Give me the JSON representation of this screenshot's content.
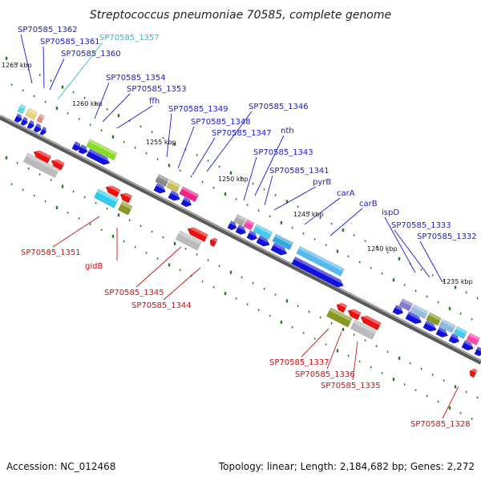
{
  "title": "Streptococcus pneumoniae 70585, complete genome",
  "footer": {
    "accession": "Accession: NC_012468",
    "summary": "Topology: linear; Length: 2,184,682 bp; Genes: 2,272"
  },
  "colors": {
    "forward_label": "#1a1acc",
    "reverse_label": "#cc1111",
    "highlight_label": "#33bbcc",
    "backbone": "#777777",
    "tick": "#2a7a2a"
  },
  "kbp_ticks": [
    "1265 kbp",
    "1260 kbp",
    "1255 kbp",
    "1250 kbp",
    "1245 kbp",
    "1240 kbp",
    "1235 kbp"
  ],
  "forward_labels": [
    {
      "text": "SP70585_1362"
    },
    {
      "text": "SP70585_1361"
    },
    {
      "text": "SP70585_1357"
    },
    {
      "text": "SP70585_1360"
    },
    {
      "text": "SP70585_1354"
    },
    {
      "text": "SP70585_1353"
    },
    {
      "text": "ffh"
    },
    {
      "text": "SP70585_1349"
    },
    {
      "text": "SP70585_1346"
    },
    {
      "text": "SP70585_1348"
    },
    {
      "text": "SP70585_1347"
    },
    {
      "text": "nth"
    },
    {
      "text": "SP70585_1343"
    },
    {
      "text": "SP70585_1341"
    },
    {
      "text": "pyrB"
    },
    {
      "text": "carA"
    },
    {
      "text": "carB"
    },
    {
      "text": "ispD"
    },
    {
      "text": "SP70585_1333"
    },
    {
      "text": "SP70585_1332"
    }
  ],
  "reverse_labels": [
    {
      "text": "SP70585_1351"
    },
    {
      "text": "gidB"
    },
    {
      "text": "SP70585_1345"
    },
    {
      "text": "SP70585_1344"
    },
    {
      "text": "SP70585_1337"
    },
    {
      "text": "SP70585_1336"
    },
    {
      "text": "SP70585_1335"
    },
    {
      "text": "SP70585_1328"
    }
  ]
}
